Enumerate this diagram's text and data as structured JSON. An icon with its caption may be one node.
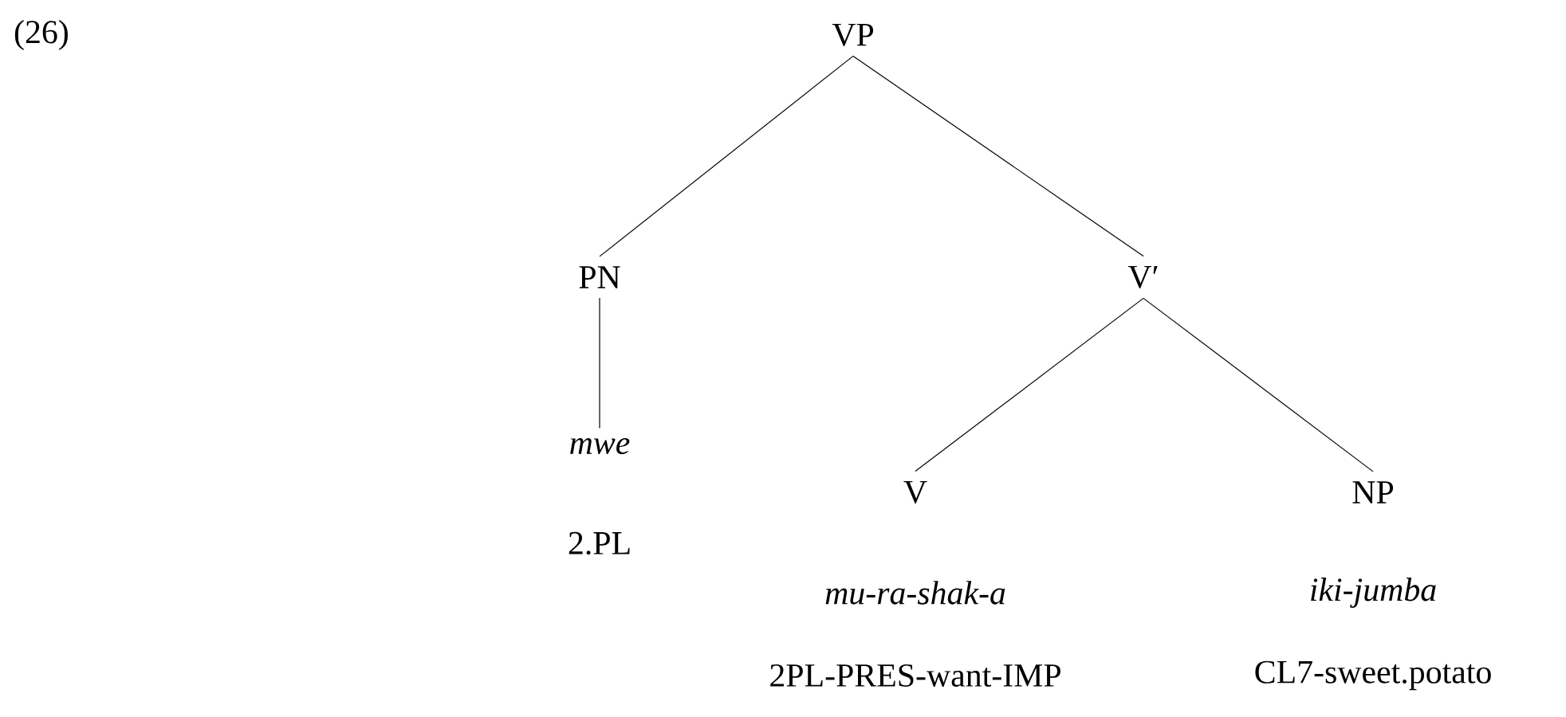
{
  "diagram": {
    "nodes": [
      {
        "text": [
          "VP"
        ]
      },
      {
        "text": [
          "PN"
        ]
      },
      {
        "text": [
          "V′"
        ]
      },
      {
        "text": [
          "mwe"
        ],
        "beside": [
          "2.PL"
        ]
      },
      {
        "text": [
          "V"
        ],
        "beside": [
          "mu-ra-shak-a",
          "2PL-PRES-want-IMP"
        ]
      },
      {
        "text": [
          "NP"
        ],
        "beside": [
          "iki-jumba",
          "CL7-sweet.potato"
        ]
      }
    ],
    "edges": [
      {
        "from": 0,
        "to": 1,
        "arrow": "none"
      },
      {
        "from": 0,
        "to": 2,
        "arrow": "none"
      },
      {
        "from": 1,
        "to": 3,
        "arrow": "none"
      },
      {
        "from": 2,
        "to": 4,
        "arrow": "none"
      },
      {
        "from": 2,
        "to": 5,
        "arrow": "none"
      }
    ],
    "labels": [
      "(26)"
    ]
  }
}
